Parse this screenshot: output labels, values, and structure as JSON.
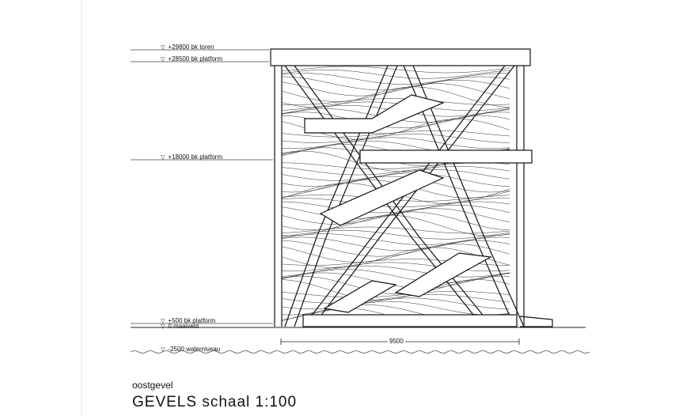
{
  "levels": [
    {
      "label": "+29800 bk toren"
    },
    {
      "label": "+28500 bk platform"
    },
    {
      "label": "+18000 bk platform"
    },
    {
      "label": "+500 bk platform"
    },
    {
      "label": "0 maaiveld"
    },
    {
      "label": "-2500 waterniveau"
    }
  ],
  "dimension": "9500",
  "drawing_name": "oostgevel",
  "title": "GEVELS schaal 1:100"
}
